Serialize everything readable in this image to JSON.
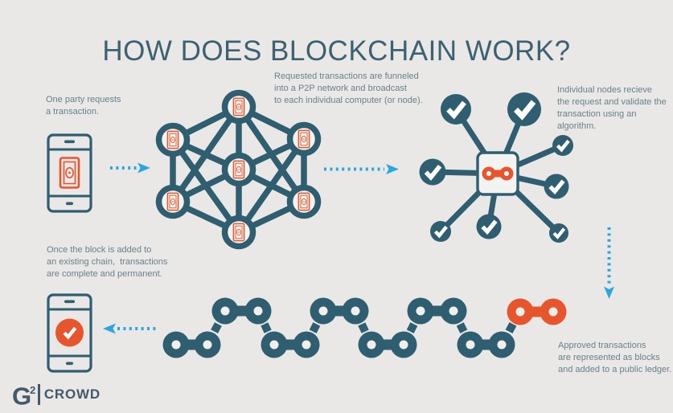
{
  "title": "HOW DOES BLOCKCHAIN WORK?",
  "captions": {
    "step1": "One party requests\na transaction.",
    "step2": "Requested transactions are funneled\ninto a P2P network and broadcast\nto each individual computer (or node).",
    "step3": "Individual nodes recieve\nthe request and validate the\ntransaction using an algorithm.",
    "step4": "Once the block is added to\nan existing chain,  transactions\nare complete and permanent.",
    "step5": "Approved transactions\nare represented as blocks\nand added to a public ledger."
  },
  "logo": {
    "letter": "G",
    "superscript": "2",
    "word": "CROWD"
  },
  "icons": {
    "transaction_phone": "smartphone-with-banknote",
    "network_node": "circle-with-banknote",
    "validation_node": "circle-with-checkmark",
    "validation_center": "square-with-chain-link",
    "chain_block": "chain-link",
    "approved_phone": "smartphone-with-checkmark",
    "flow_arrow": "dotted-arrow"
  },
  "colors": {
    "background": "#e9e8e6",
    "teal": "#2e5e6f",
    "orange": "#e7552d",
    "cyan": "#2aa7de",
    "light": "#f3f3f1",
    "hole": "#f0efed",
    "text": "#68818a",
    "title": "#3c6272",
    "logo": "#41596b",
    "white": "#ffffff"
  }
}
